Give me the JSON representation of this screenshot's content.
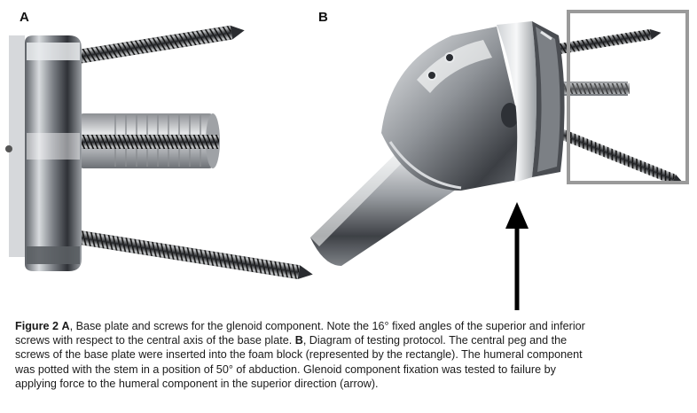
{
  "figure": {
    "panel_a_label": "A",
    "panel_b_label": "B",
    "caption": {
      "fig_label": "Figure 2",
      "panel_a": "A",
      "text_1": ", Base plate and screws for the glenoid component. Note the 16° fixed angles of the superior and inferior",
      "text_2": "screws with respect to the central axis of the base plate.",
      "panel_b": "B",
      "text_3": ", Diagram of testing protocol. The central peg and the",
      "text_4": "screws of the base plate were inserted into the foam block (represented by the rectangle). The humeral component",
      "text_5": "was potted with the stem in a position of 50° of abduction. Glenoid component fixation was tested to failure by",
      "text_6": "applying force to the humeral component in the superior direction (arrow)."
    }
  },
  "colors": {
    "metal_light": "#e6e8ea",
    "metal_dark": "#3a3d42",
    "foam_block_outline": "#9a9a9a",
    "arrow": "#000000"
  }
}
